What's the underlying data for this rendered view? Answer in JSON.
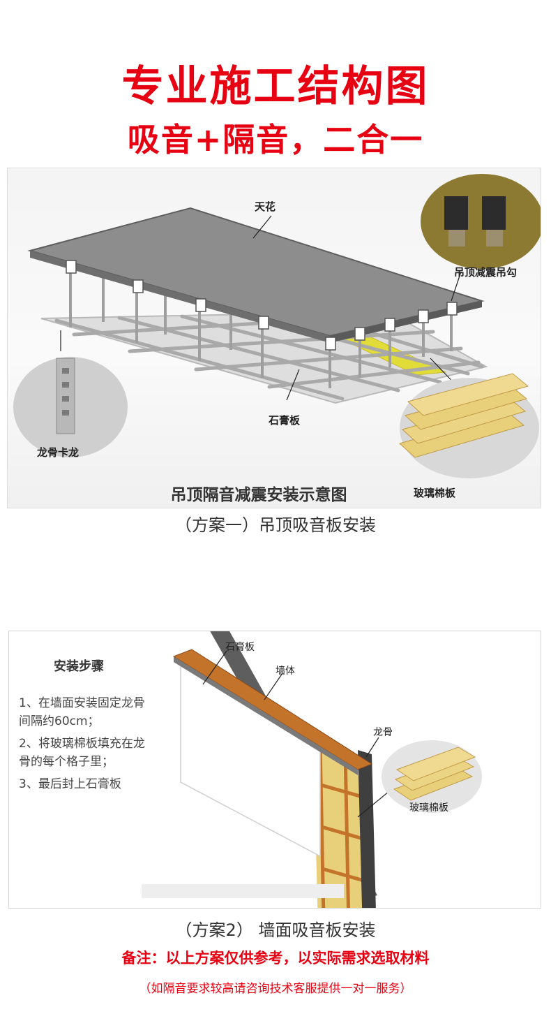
{
  "header": {
    "title": "专业施工结构图",
    "subtitle": "吸音+隔音，二合一"
  },
  "scheme1": {
    "labels": {
      "ceiling": "天花",
      "hanger": "吊顶减震吊勾",
      "keel_clip": "龙骨卡龙",
      "gypsum": "石膏板",
      "glass_wool": "玻璃棉板"
    },
    "diagram_title": "吊顶隔音减震安装示意图",
    "caption": "（方案一）吊顶吸音板安装"
  },
  "scheme2": {
    "steps_title": "安装步骤",
    "steps": [
      "1、在墙面安装固定龙骨",
      "间隔约60cm；",
      "2、将玻璃棉板填充在龙",
      "骨的每个格子里；",
      "3、最后封上石膏板"
    ],
    "labels": {
      "gypsum": "石膏板",
      "wall": "墙体",
      "keel": "龙骨",
      "glass_wool": "玻璃棉板"
    },
    "caption": "（方案2） 墙面吸音板安装"
  },
  "footer": {
    "note": "备注：以上方案仅供参考，以实际需求选取材料",
    "sub_note": "（如隔音要求较高请咨询技术客服提供一对一服务）"
  },
  "colors": {
    "accent": "#e60012",
    "glass_wool": "#e8cf7a",
    "keel_wood": "#c4732a"
  }
}
